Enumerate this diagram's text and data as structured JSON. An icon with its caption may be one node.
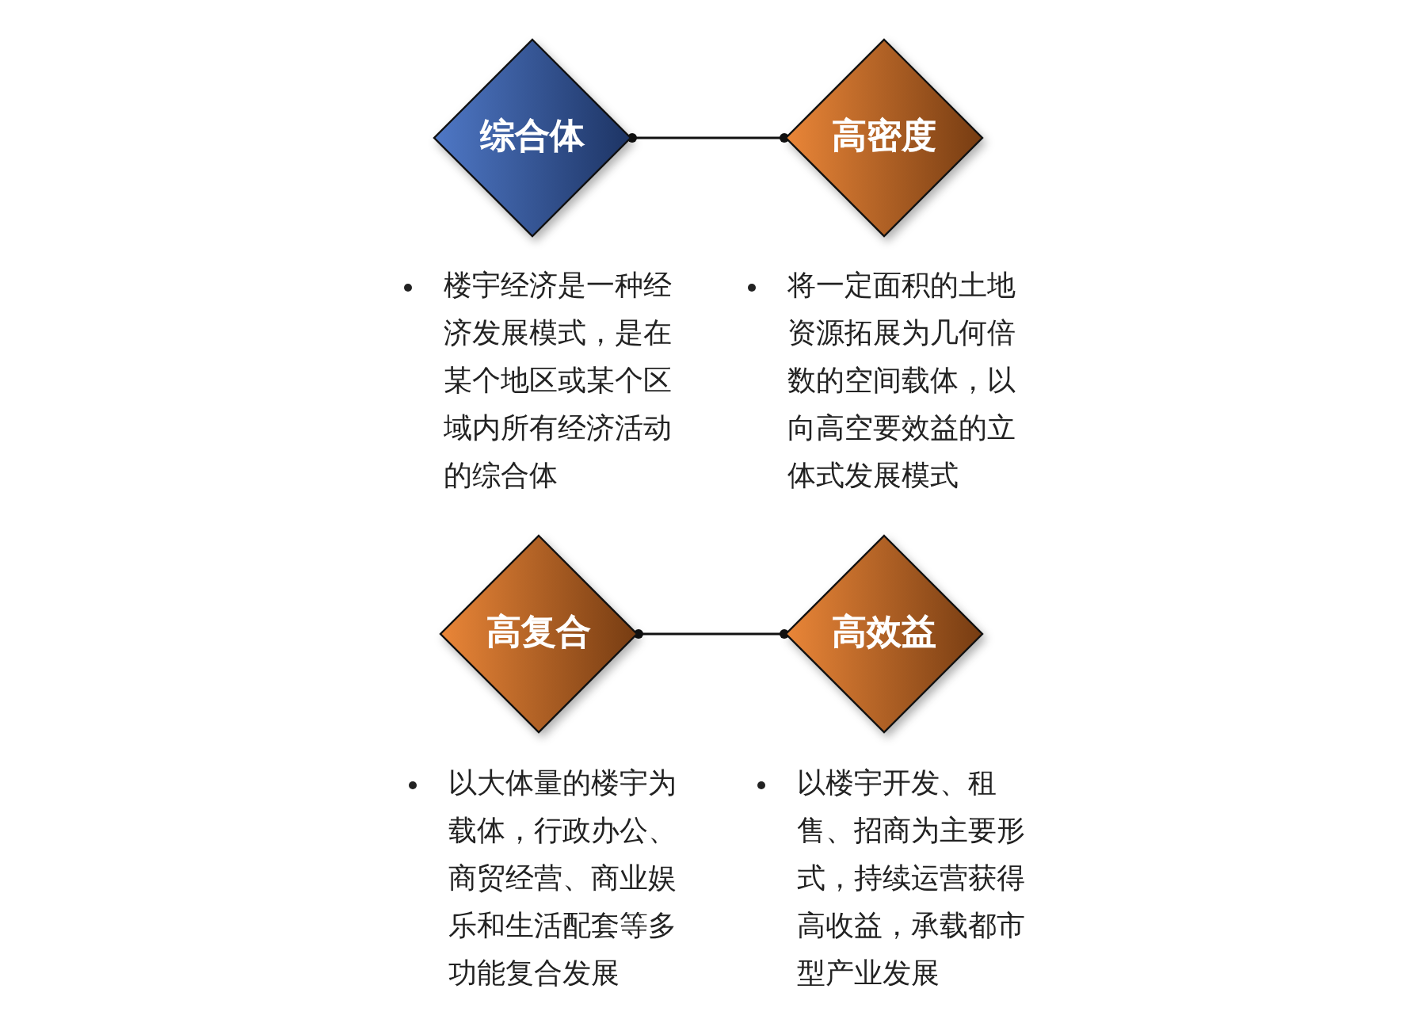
{
  "diagram": {
    "nodes": [
      {
        "text": [
          "综合体"
        ],
        "beside": [
          "楼宇经济是一种经济发展模式，是在某个地区或某个区域内所有经济活动的综合体"
        ]
      },
      {
        "text": [
          "高密度"
        ],
        "beside": [
          "将一定面积的土地资源拓展为几何倍数的空间载体，以向高空要效益的立体式发展模式"
        ]
      },
      {
        "text": [
          "高复合"
        ],
        "beside": [
          "以大体量的楼宇为载体，行政办公、商贸经营、商业娱乐和生活配套等多功能复合发展"
        ]
      },
      {
        "text": [
          "高效益"
        ],
        "beside": [
          "以楼宇开发、租售、招商为主要形式，持续运营获得高收益，承载都市型产业发展"
        ]
      }
    ],
    "edges": [
      {
        "from": 0,
        "to": 1,
        "arrow": "other"
      },
      {
        "from": 2,
        "to": 3,
        "arrow": "other"
      }
    ]
  }
}
